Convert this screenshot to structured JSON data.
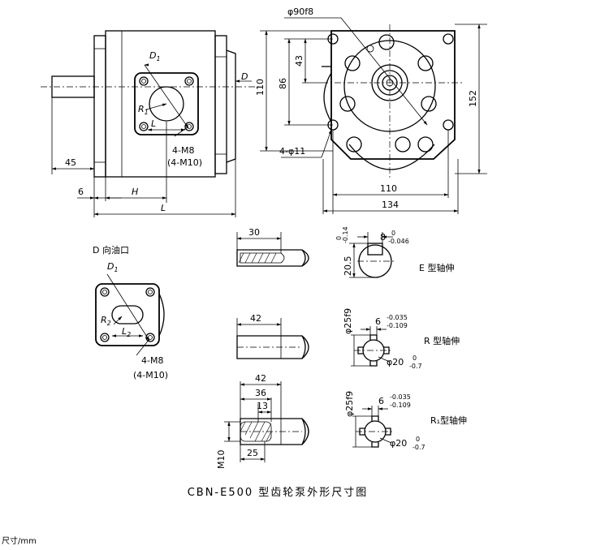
{
  "title": "CBN-E500 型齿轮泵外形尺寸图",
  "units_note": "尺寸/mm",
  "front_view": {
    "d1_label": "D",
    "d1_sub": "1",
    "d_right": "D",
    "r1_label": "R",
    "r1_sub": "1",
    "l_inner": "L",
    "thread": "4-M8",
    "thread_alt": "(4-M10)",
    "dim_45": "45",
    "dim_6": "6",
    "dim_h": "H",
    "dim_l": "L"
  },
  "side_view": {
    "phi90": "φ90f8",
    "dim_110_v": "110",
    "dim_86": "86",
    "dim_43": "43",
    "dim_152": "152",
    "holes": "4-φ11",
    "dim_110_h": "110",
    "dim_134": "134"
  },
  "port_view": {
    "label": "D 向油口",
    "d1_label": "D",
    "d1_sub": "1",
    "r2_label": "R",
    "r2_sub": "2",
    "l2_label": "L",
    "l2_sub": "2",
    "thread": "4-M8",
    "thread_alt": "(4-M10)"
  },
  "shaft_e": {
    "dim_30": "30",
    "key_w": "8",
    "key_tol_up": "0",
    "key_tol_dn": "-0.046",
    "depth": "20.5",
    "depth_tol_up": "0",
    "depth_tol_dn": "-0.14",
    "label": "E 型轴伸"
  },
  "shaft_r": {
    "dim_42": "42",
    "phi25": "φ25f9",
    "w": "6",
    "w_tol_up": "-0.035",
    "w_tol_dn": "-0.109",
    "phi20": "φ20",
    "phi20_tol_up": "0",
    "phi20_tol_dn": "-0.7",
    "label": "R 型轴伸"
  },
  "shaft_r1": {
    "dim_42": "42",
    "dim_36": "36",
    "dim_13": "13",
    "dim_25": "25",
    "m10": "M10",
    "phi25": "φ25f9",
    "w": "6",
    "w_tol_up": "-0.035",
    "w_tol_dn": "-0.109",
    "phi20": "φ20",
    "phi20_tol_up": "0",
    "phi20_tol_dn": "-0.7",
    "label": "R₁型轴伸"
  }
}
